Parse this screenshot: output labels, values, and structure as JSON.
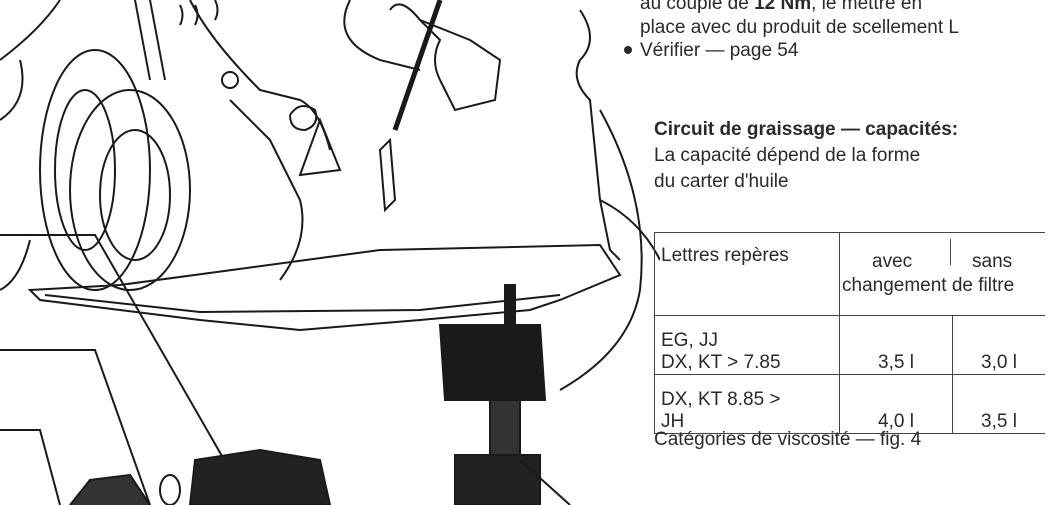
{
  "text": {
    "line_top": "au couple de 12 Nm, le mettre en",
    "line_top_bold": "12 Nm",
    "line2": "place avec du produit de scellement L",
    "bullet_text": "Vérifier — page 54",
    "heading": "Circuit de graissage — capacités:",
    "para_line1": "La capacité dépend de la forme",
    "para_line2": "du carter d'huile",
    "footer": "Catégories de viscosité — fig. 4"
  },
  "table": {
    "header_col1": "Lettres repères",
    "header_avec": "avec",
    "header_sans": "sans",
    "header_span": "changement de filtre",
    "rows": [
      {
        "letters_line1": "EG, JJ",
        "letters_line2": "DX, KT > 7.85",
        "avec": "3,5 l",
        "sans": "3,0 l"
      },
      {
        "letters_line1": "DX, KT 8.85 >",
        "letters_line2": "JH",
        "avec": "4,0 l",
        "sans": "3,5 l"
      }
    ]
  }
}
